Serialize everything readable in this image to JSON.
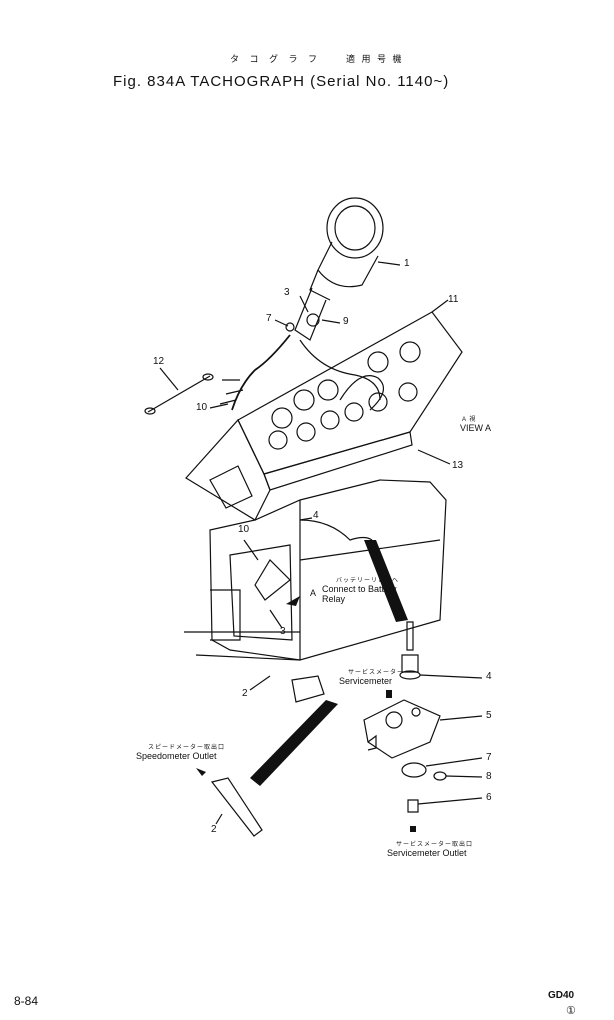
{
  "header": {
    "jp_title": "タ コ グ ラ フ",
    "jp_serial": "適 用 号 機",
    "title": "Fig. 834A  TACHOGRAPH (Serial No. 1140~)"
  },
  "annotations": {
    "view_a": "VIEW A",
    "view_a_letters": "A   視",
    "connect_jp": "バッテリーリレーへ",
    "connect": "Connect to Battery Relay",
    "arrow_a": "A",
    "servicemeter_jp": "サービスメーター",
    "servicemeter": "Servicemeter",
    "speedometer_jp": "スピードメーター取出口",
    "speedometer_outlet": "Speedometer Outlet",
    "servicemeter_outlet_jp": "サービスメーター取出口",
    "servicemeter_outlet": "Servicemeter Outlet"
  },
  "callouts": {
    "c1": "1",
    "c3a": "3",
    "c7a": "7",
    "c9": "9",
    "c11": "11",
    "c12": "12",
    "c10a": "10",
    "c13": "13",
    "c10b": "10",
    "c4a": "4",
    "c3b": "3",
    "c2a": "2",
    "c4b": "4",
    "c5": "5",
    "c7b": "7",
    "c8": "8",
    "c6": "6",
    "c2b": "2"
  },
  "footer": {
    "page": "8-84",
    "model": "GD40",
    "rev": "①"
  }
}
